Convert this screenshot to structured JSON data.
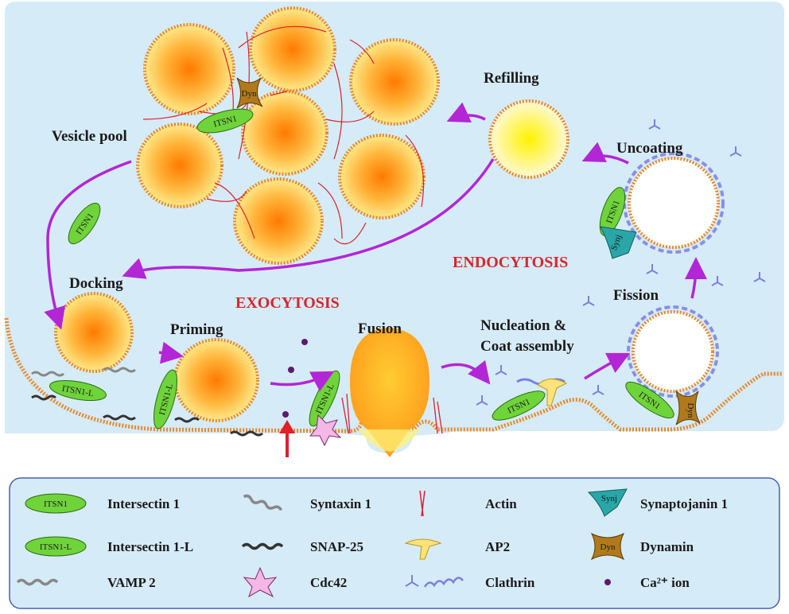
{
  "labels": {
    "vesicle_pool": "Vesicle pool",
    "refilling": "Refilling",
    "uncoating": "Uncoating",
    "docking": "Docking",
    "priming": "Priming",
    "fusion": "Fusion",
    "nucleation_line1": "Nucleation &",
    "nucleation_line2": "Coat assembly",
    "fission": "Fission",
    "exocytosis": "EXOCYTOSIS",
    "endocytosis": "ENDOCYTOSIS"
  },
  "protein_tags": {
    "itsn1": "ITSN1",
    "itsn1_l": "ITSN1-L",
    "dyn": "Dyn",
    "synj": "Synj"
  },
  "legend": [
    {
      "symbol": "ITSN1",
      "label": "Intersectin 1",
      "icon": "itsn1-icon"
    },
    {
      "symbol": "",
      "label": "Syntaxin 1",
      "icon": "syntaxin-icon"
    },
    {
      "symbol": "",
      "label": "Actin",
      "icon": "actin-icon"
    },
    {
      "symbol": "Synj",
      "label": "Synaptojanin 1",
      "icon": "synj-icon"
    },
    {
      "symbol": "ITSN1-L",
      "label": "Intersectin 1-L",
      "icon": "itsn1-l-icon"
    },
    {
      "symbol": "",
      "label": "SNAP-25",
      "icon": "snap25-icon"
    },
    {
      "symbol": "",
      "label": "AP2",
      "icon": "ap2-icon"
    },
    {
      "symbol": "Dyn",
      "label": "Dynamin",
      "icon": "dyn-icon"
    },
    {
      "symbol": "",
      "label": "VAMP 2",
      "icon": "vamp2-icon"
    },
    {
      "symbol": "",
      "label": "Cdc42",
      "icon": "cdc42-icon"
    },
    {
      "symbol": "",
      "label": "Clathrin",
      "icon": "clathrin-icon"
    },
    {
      "symbol": "",
      "label": "Ca²⁺ ion",
      "icon": "calcium-ion-icon"
    }
  ],
  "colors": {
    "cytoplasm": "#d6ebf8",
    "vesicle_core": "#ff7a00",
    "vesicle_edge": "#ffe27a",
    "membrane": "#e8892b",
    "itsn": "#6fd43a",
    "arrow": "#b326d6",
    "exo_red": "#d8262c",
    "clathrin": "#7b7fe0",
    "dyn": "#b07a1c",
    "synj": "#2aa6a8",
    "calcium": "#5c1a6e"
  }
}
